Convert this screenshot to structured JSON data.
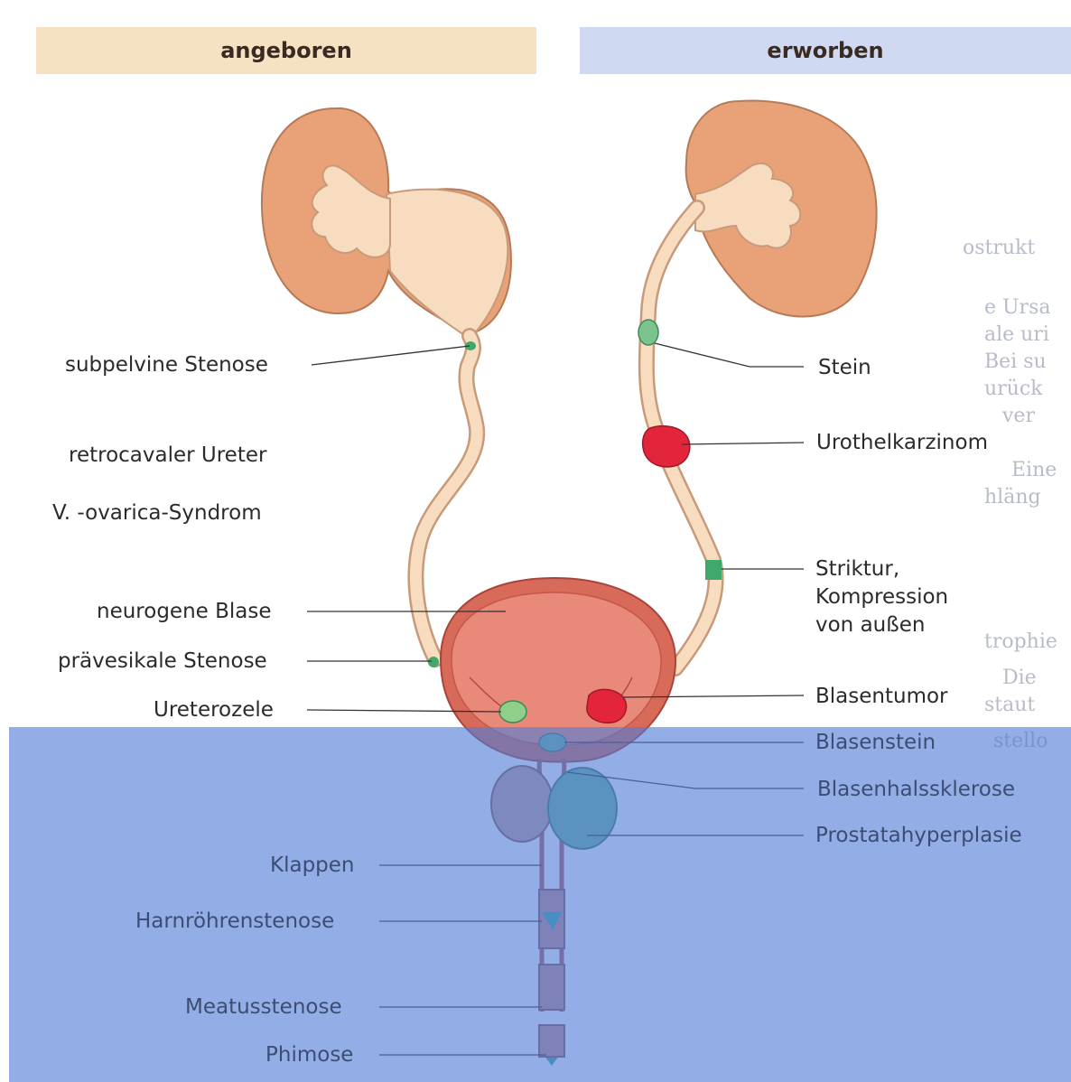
{
  "headers": {
    "left": "angeboren",
    "right": "erworben"
  },
  "labels_left": {
    "subpelvine": "subpelvine Stenose",
    "retrocavaler": "retrocavaler Ureter",
    "ovarica": "V. -ovarica-Syndrom",
    "neurogene": "neurogene Blase",
    "praevesikale": "prävesikale Stenose",
    "ureterozele": "Ureterozele",
    "klappen": "Klappen",
    "harnroehrenstenose": "Harnröhrenstenose",
    "meatusstenose": "Meatusstenose",
    "phimose": "Phimose"
  },
  "labels_right": {
    "stein": "Stein",
    "urothelkarzinom": "Urothelkarzinom",
    "striktur_line1": "Striktur,",
    "striktur_line2": "Kompression",
    "striktur_line3": "von außen",
    "blasentumor": "Blasentumor",
    "blasenstein": "Blasenstein",
    "blasenhalssklerose": "Blasenhalssklerose",
    "prostatahyperplasie": "Prostatahyperplasie"
  },
  "background_text": [
    "ostrukt",
    "e Ursa",
    "ale uri",
    "Bei su",
    "urück",
    "ver",
    "Eine",
    "hläng",
    "trophie",
    "Die",
    "staut",
    "stello",
    "",
    "",
    "",
    "",
    "",
    "",
    ""
  ],
  "colors": {
    "header_left_bg": "#f6e2c2",
    "header_right_bg": "#cfd9f1",
    "kidney": "#e9a277",
    "ureter": "#f8dcc0",
    "bladder": "#e0705f",
    "stenosis_green": "#3fa86a",
    "tumor_red": "#e3253b",
    "overlay_blue": "#507dd7"
  }
}
